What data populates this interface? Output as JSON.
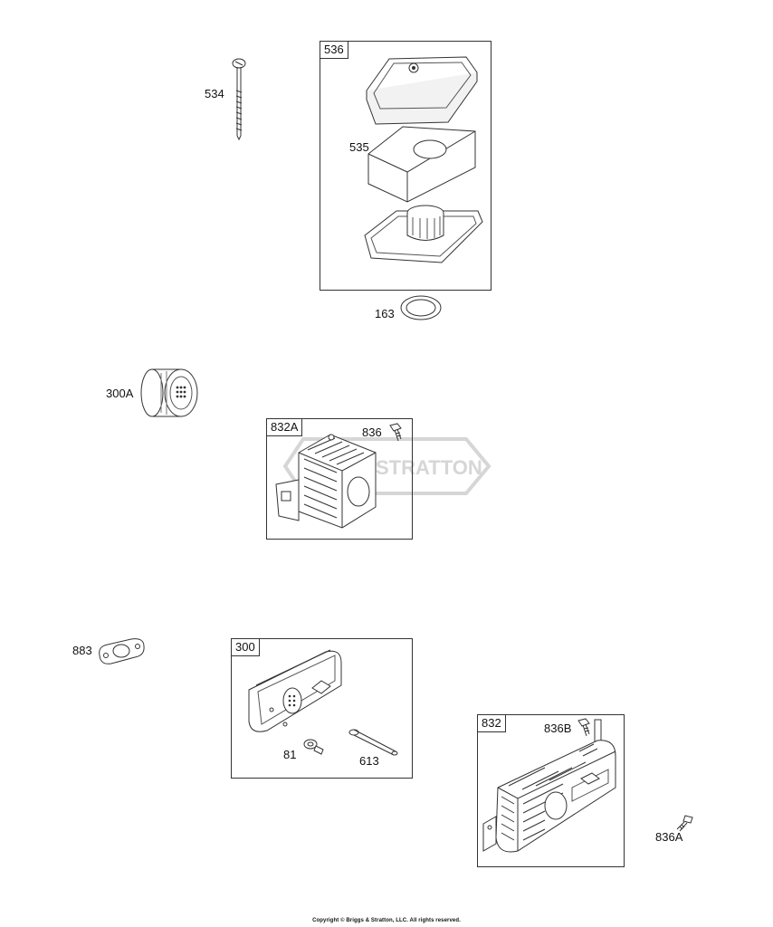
{
  "watermark": {
    "text": "STRATTON"
  },
  "boxes": {
    "box_536": {
      "tag": "536"
    },
    "box_832A": {
      "tag": "832A"
    },
    "box_300": {
      "tag": "300"
    },
    "box_832": {
      "tag": "832"
    }
  },
  "labels": {
    "l534": "534",
    "l535": "535",
    "l163": "163",
    "l300A": "300A",
    "l836": "836",
    "l883": "883",
    "l81": "81",
    "l613": "613",
    "l836B": "836B",
    "l836A": "836A"
  },
  "footer": {
    "copyright": "Copyright © Briggs & Stratton, LLC. All rights reserved."
  },
  "colors": {
    "line": "#333333",
    "watermark": "#d6d6d6"
  }
}
